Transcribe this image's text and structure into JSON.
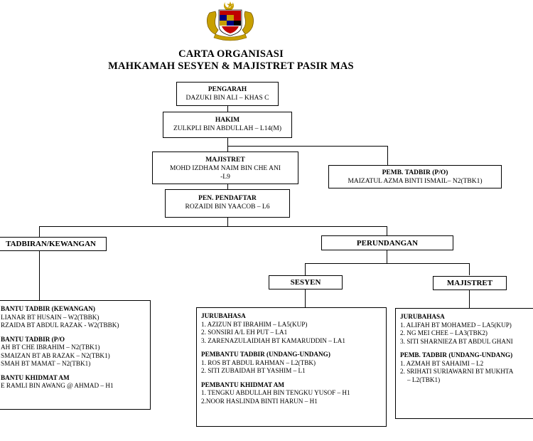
{
  "title": {
    "line1": "CARTA ORGANISASI",
    "line2": "MAHKAMAH SESYEN & MAJISTRET PASIR MAS"
  },
  "emblem": {
    "icon": "malaysia-coat-of-arms-icon",
    "colors": [
      "#c8a000",
      "#c00000",
      "#000080"
    ]
  },
  "pengarah": {
    "role": "PENGARAH",
    "name": "DAZUKI BIN ALI – KHAS C"
  },
  "hakim": {
    "role": "HAKIM",
    "name": "ZULKPLI BIN ABDULLAH – L14(M)"
  },
  "majistret": {
    "role": "MAJISTRET",
    "name1": "MOHD IZDHAM NAIM BIN CHE ANI",
    "name2": "-L9"
  },
  "pemb_tadbir_po": {
    "role": "PEMB. TADBIR (P/O)",
    "name": "MAIZATUL AZMA BINTI ISMAIL– N2(TBK1)"
  },
  "pen_pendaftar": {
    "role": "PEN. PENDAFTAR",
    "name": "ROZAIDI BIN YAACOB –  L6"
  },
  "pentadbiran": {
    "label": "TADBIRAN/KEWANGAN"
  },
  "perundangan": {
    "label": "PERUNDANGAN"
  },
  "sesyen": {
    "label": "SESYEN"
  },
  "majistret_header": {
    "label": "MAJISTRET"
  },
  "left_list": {
    "groups": [
      {
        "heading": "BANTU TADBIR (KEWANGAN)",
        "items": [
          "LIANAR BT HUSAIN – W2(TBBK)",
          "RZAIDA BT ABDUL RAZAK - W2(TBBK)"
        ]
      },
      {
        "heading": "BANTU TADBIR (P/O",
        "items": [
          "AH BT CHE IBRAHIM – N2(TBK1)",
          "SMAIZAN BT AB RAZAK – N2(TBK1)",
          "SMAH BT MAMAT – N2(TBK1)"
        ]
      },
      {
        "heading": "BANTU KHIDMAT AM",
        "items": [
          "E RAMLI BIN AWANG @ AHMAD – H1"
        ]
      }
    ]
  },
  "sesyen_list": {
    "groups": [
      {
        "heading": "JURUBAHASA",
        "items": [
          "1. AZIZUN BT IBRAHIM – LA5(KUP)",
          "2. SONSIRI A/L EH PUT – LA1",
          "3. ZARENAZULAIDIAH BT KAMARUDDIN – LA1"
        ]
      },
      {
        "heading": "PEMBANTU TADBIR (UNDANG-UNDANG)",
        "items": [
          "1. ROS BT ABDUL RAHMAN  – L2(TBK)",
          "2. SITI ZUBAIDAH BT YASHIM – L1"
        ]
      },
      {
        "heading": "PEMBANTU KHIDMAT AM",
        "items": [
          "1. TENGKU ABDULLAH BIN TENGKU YUSOF – H1",
          "2.NOOR HASLINDA BINTI HARUN – H1"
        ]
      }
    ]
  },
  "majistret_list": {
    "groups": [
      {
        "heading": "JURUBAHASA",
        "items": [
          "1. ALIFAH BT MOHAMED – LA5(KUP)",
          "2. NG MEI CHEE – LA3(TBK2)",
          "3. SITI SHARNIEZA BT ABDUL GHANI"
        ]
      },
      {
        "heading": "PEMB. TADBIR (UNDANG-UNDANG)",
        "items": [
          "1. AZMAH BT SAHAIMI – L2",
          "2. SRIHATI SURIAWARNI BT MUKHTA",
          "   – L2(TBK1)"
        ]
      }
    ]
  }
}
